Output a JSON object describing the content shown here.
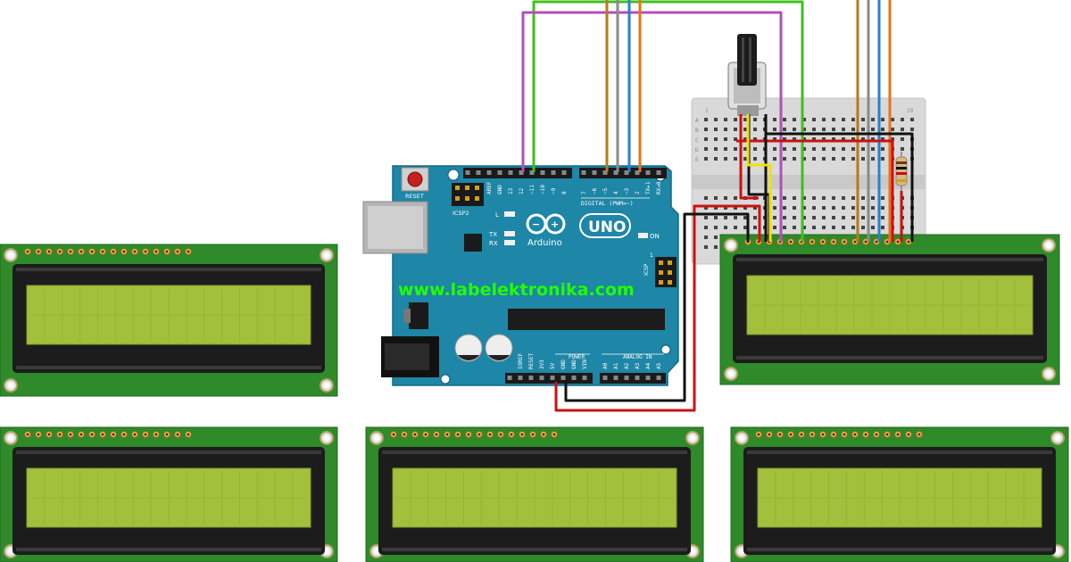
{
  "watermark": "www.labelektronika.com",
  "arduino": {
    "logo_text": "Arduino",
    "model": "UNO",
    "reset_label": "RESET",
    "icsp2_label": "ICSP2",
    "icsp_label": "ICSP",
    "l_label": "L",
    "tx_label": "TX",
    "rx_label": "RX",
    "on_label": "ON",
    "digital_label": "DIGITAL (PWM=~)",
    "power_label": "POWER",
    "analog_label": "ANALOG IN",
    "icsp_pin1": "1",
    "digital_pins_left": [
      "AREF",
      "GND",
      "13",
      "12",
      "~11",
      "~10",
      "~9",
      "8"
    ],
    "digital_pins_right": [
      "7",
      "~6",
      "~5",
      "4",
      "~3",
      "2",
      "TX▸1",
      "RX◂0"
    ],
    "power_pins": [
      "IOREF",
      "RESET",
      "3V3",
      "5V",
      "GND",
      "GND",
      "VIN"
    ],
    "analog_pins": [
      "A0",
      "A1",
      "A2",
      "A3",
      "A4",
      "A5"
    ]
  },
  "breadboard": {
    "row_letters": [
      "A",
      "B",
      "C",
      "D",
      "E"
    ],
    "col_start": "1",
    "col_end": "20"
  },
  "wires": {
    "colors": {
      "green": "#3fbf1f",
      "purple": "#b050b8",
      "brown": "#b87a1e",
      "gray": "#8a8a8a",
      "blue": "#2a7fd0",
      "orange": "#e8731a",
      "red": "#cc1111",
      "black": "#111111",
      "yellow": "#f2e200"
    }
  },
  "colors": {
    "arduino_board": "#1e86a6",
    "lcd_pcb": "#2f8a2a",
    "lcd_screen": "#a3c03d",
    "lcd_bezel": "#1c1c1c"
  }
}
